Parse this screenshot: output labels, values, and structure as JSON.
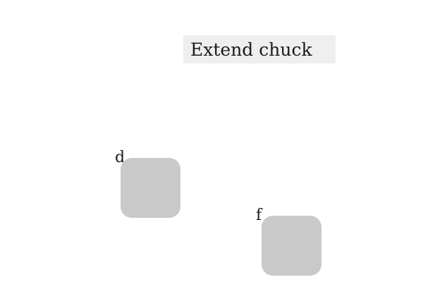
{
  "header": {
    "title": "Extend chuck"
  },
  "tiles": [
    {
      "label": "d"
    },
    {
      "label": "f"
    }
  ],
  "colors": {
    "header_background": "#efefef",
    "tile_fill": "#c9c9c9",
    "page_background": "#ffffff"
  }
}
